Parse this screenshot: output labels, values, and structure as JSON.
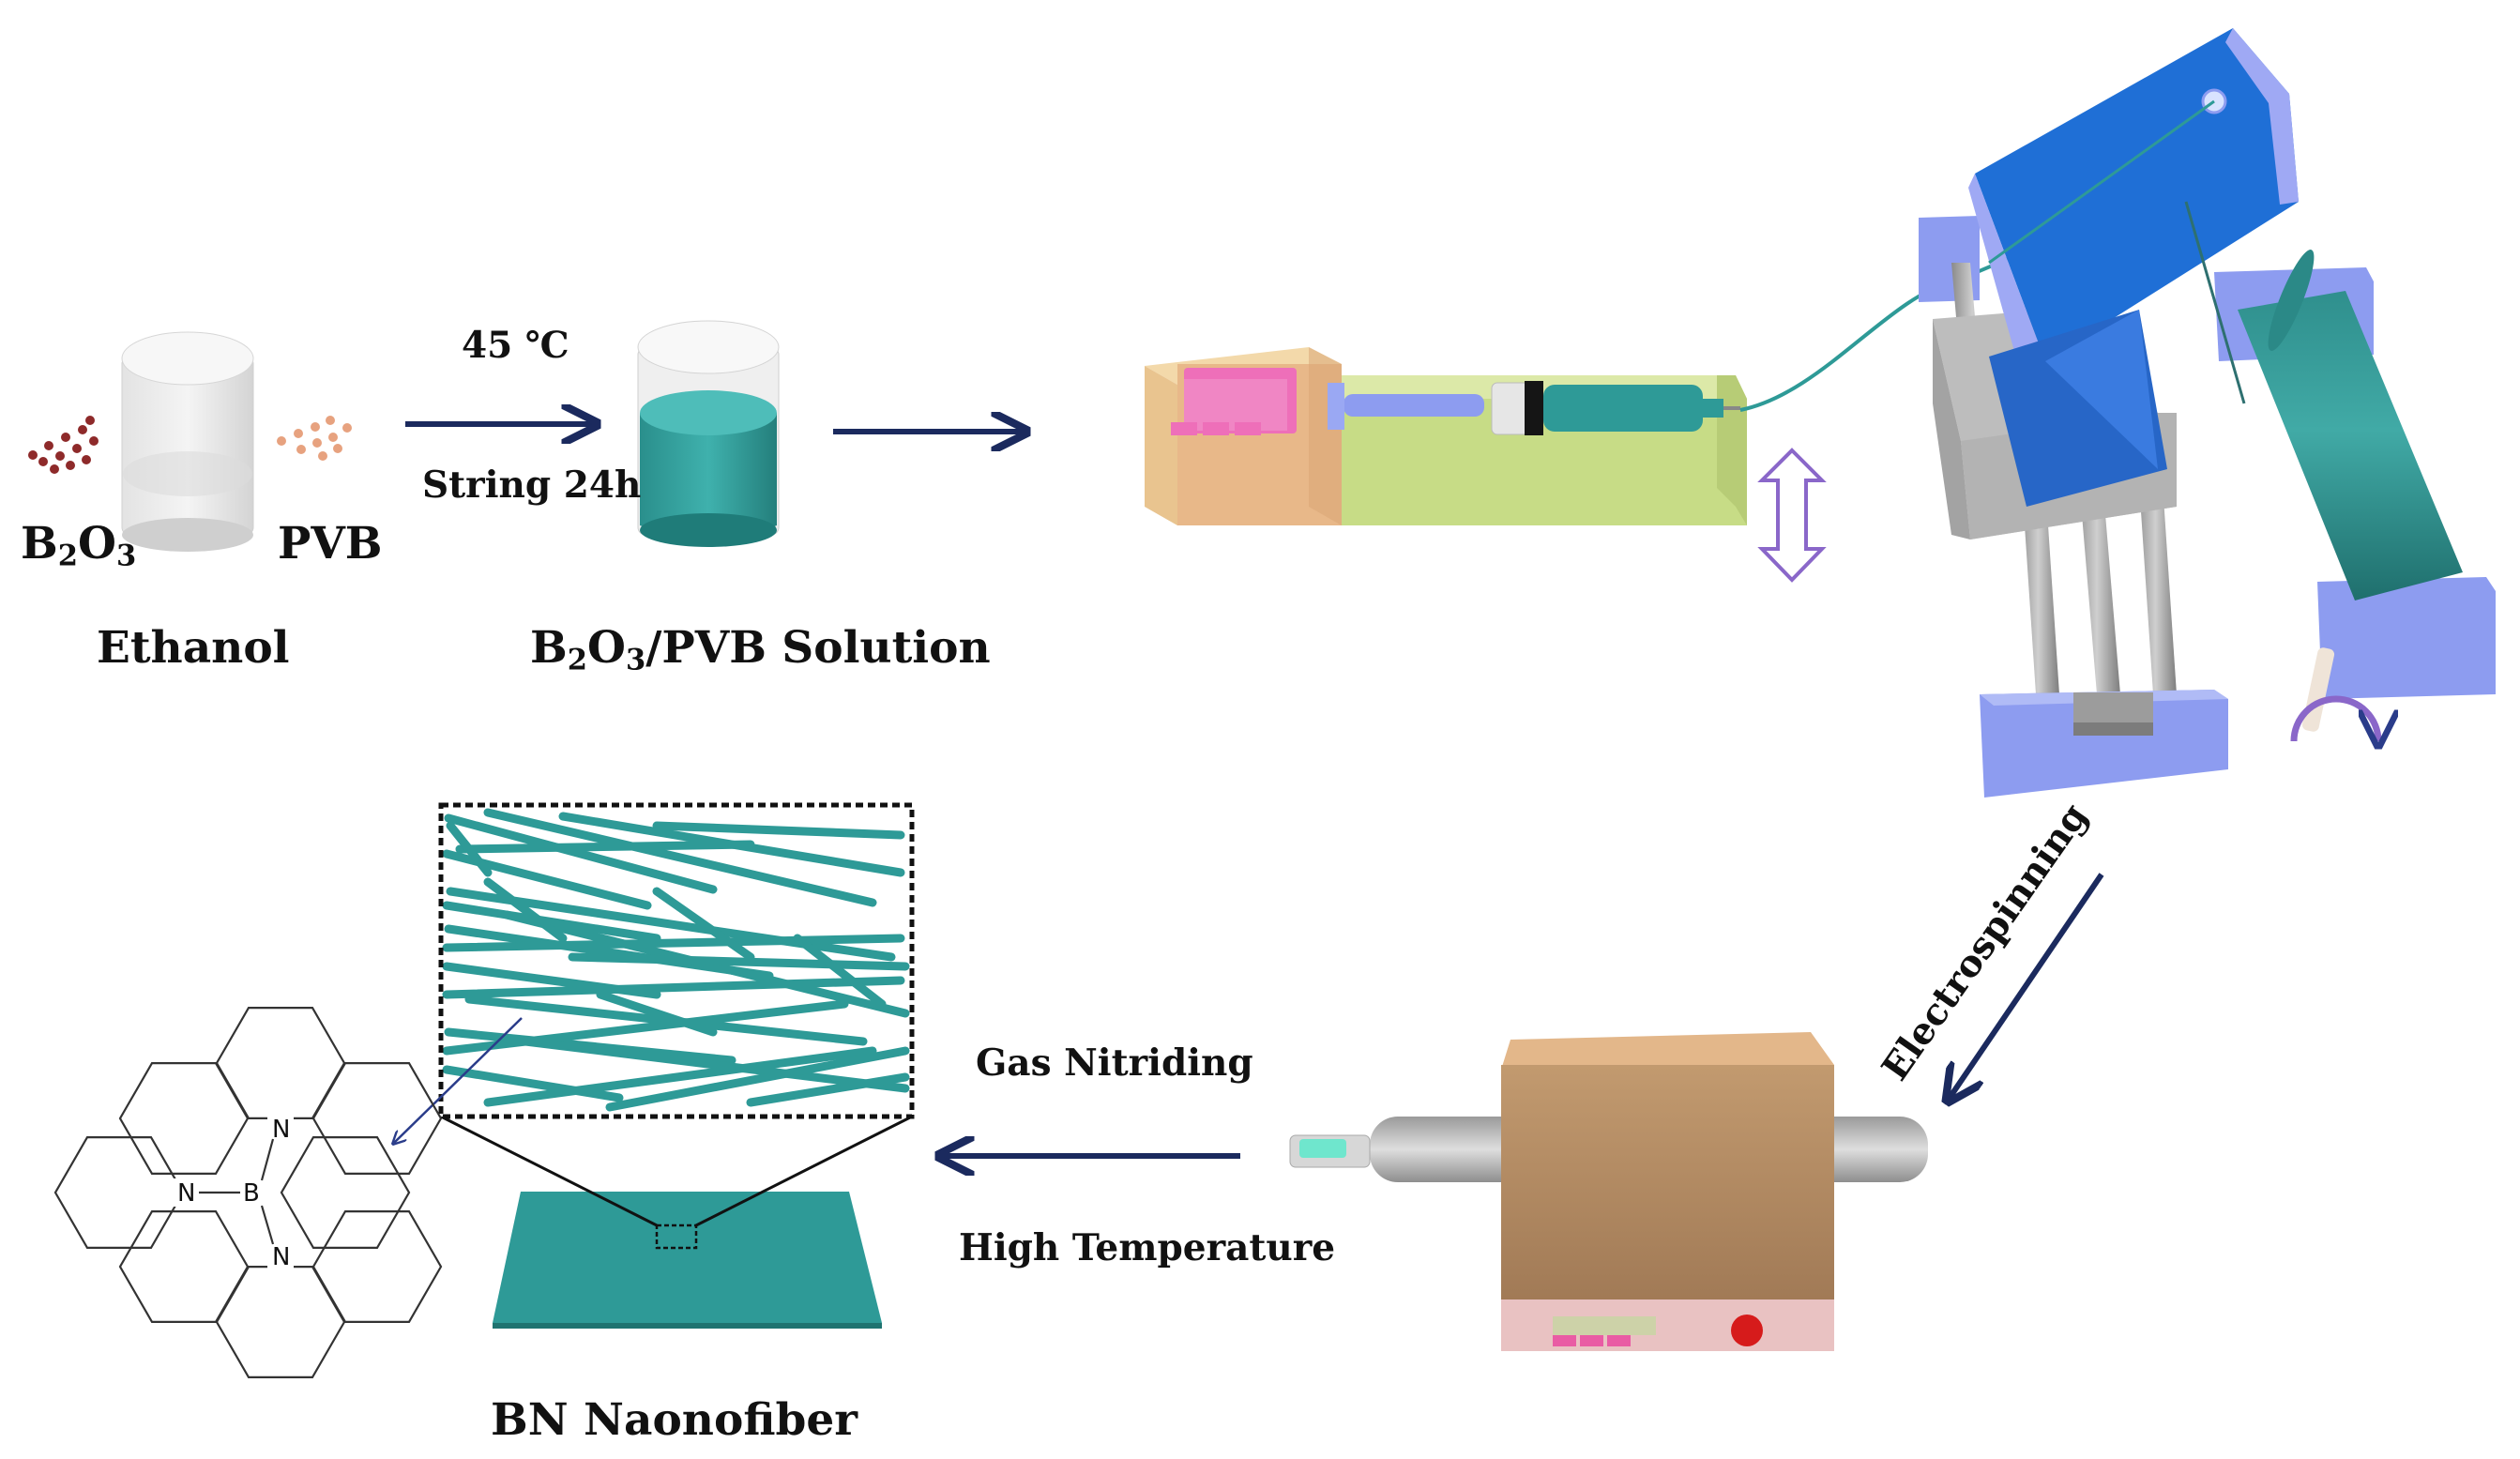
{
  "labels": {
    "b2o3_b": "B",
    "b2o3_2": "2",
    "b2o3_o": "O",
    "b2o3_3": "3",
    "pvb": "PVB",
    "ethanol": "Ethanol",
    "temp": "45 ℃",
    "stir": "String 24h",
    "solution_b": "B",
    "solution_2": "2",
    "solution_o": "O",
    "solution_3": "3",
    "solution_rest": "/PVB Solution",
    "electrospinning": "Electrospinning",
    "gas_nitriding": "Gas Nitriding",
    "high_temperature": "High Temperature",
    "bn_nanofiber": "BN Naonofiber",
    "atom_n": "N",
    "atom_b": "B"
  },
  "colors": {
    "arrow": "#1b2a5e",
    "teal": "#2e9a97",
    "blue_plate": "#1f6fd6",
    "lavender": "#8d9cf0",
    "pump_pink": "#ee6fb9",
    "pump_tan": "#e8b889",
    "pump_green": "#c7dc86",
    "furnace_tan": "#c9a074"
  }
}
